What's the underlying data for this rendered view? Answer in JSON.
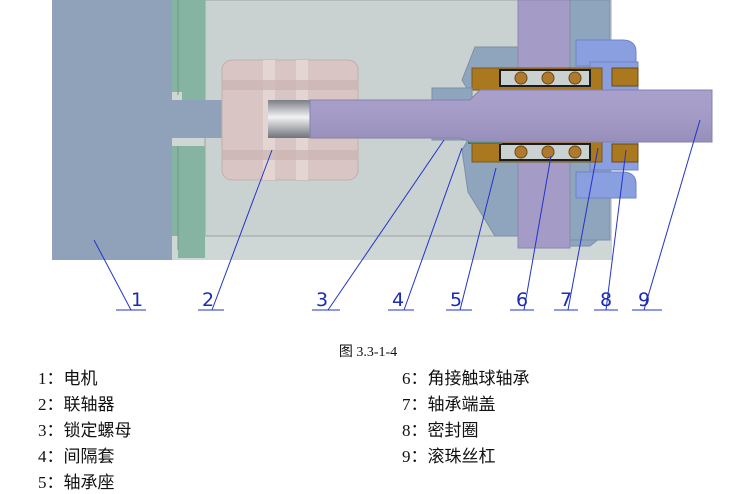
{
  "caption": "图 3.3-1-4",
  "callouts": [
    "1",
    "2",
    "3",
    "4",
    "5",
    "6",
    "7",
    "8",
    "9"
  ],
  "legend": {
    "left": [
      {
        "num": "1",
        "sep": "：",
        "text": "电机"
      },
      {
        "num": "2",
        "sep": "：",
        "text": "联轴器"
      },
      {
        "num": "3",
        "sep": "：",
        "text": "锁定螺母"
      },
      {
        "num": "4",
        "sep": "：",
        "text": "间隔套"
      },
      {
        "num": "5",
        "sep": "：",
        "text": "轴承座"
      }
    ],
    "right": [
      {
        "num": "6",
        "sep": "：",
        "text": "角接触球轴承"
      },
      {
        "num": "7",
        "sep": "：",
        "text": "轴承端盖"
      },
      {
        "num": "8",
        "sep": "：",
        "text": "密封圈"
      },
      {
        "num": "9",
        "sep": "：",
        "text": "滚珠丝杠"
      }
    ]
  },
  "colors": {
    "background_panel": "#cfd6d6",
    "motor": "#8fa2b9",
    "motor_flange": "#86b4a2",
    "coupling": "#d9c5c3",
    "shaft": "#a49cc6",
    "bearing_seat": "#8fa5bd",
    "bearing_ball": "#b07a2e",
    "seal": "#a9781f",
    "end_cap": "#8a9fe0",
    "leader_lines": "#2233c8"
  }
}
